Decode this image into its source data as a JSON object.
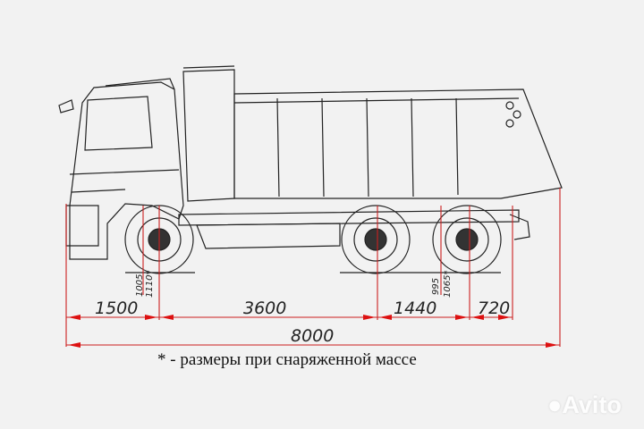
{
  "diagram": {
    "subject": "Dump truck 6x4 side elevation with overall dimensions",
    "dimensions_mm": {
      "front_overhang": "1500",
      "wheelbase_front_to_mid": "3600",
      "rear_axle_spacing": "1440",
      "rear_overhang": "720",
      "overall_length": "8000"
    },
    "vertical_dims": {
      "front_a": "1005",
      "front_b": "1110*",
      "rear_a": "995",
      "rear_b": "1065*"
    },
    "note": "* - размеры при снаряженной массе",
    "colors": {
      "line": "#222222",
      "dim_line": "#cc1f1f",
      "background": "#f2f2f2"
    }
  },
  "watermark": {
    "text": "Avito"
  }
}
